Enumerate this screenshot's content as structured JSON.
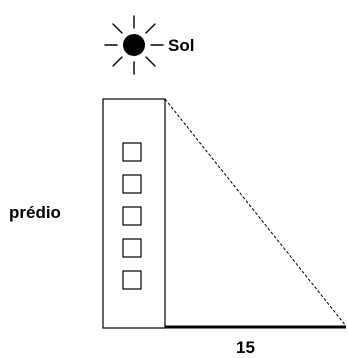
{
  "labels": {
    "sun": "Sol",
    "building": "prédio",
    "shadow_length": "15"
  },
  "building": {
    "window_count": 5
  },
  "colors": {
    "ink": "#000000",
    "background": "#ffffff"
  },
  "icons": {
    "sun": "sun-icon"
  }
}
